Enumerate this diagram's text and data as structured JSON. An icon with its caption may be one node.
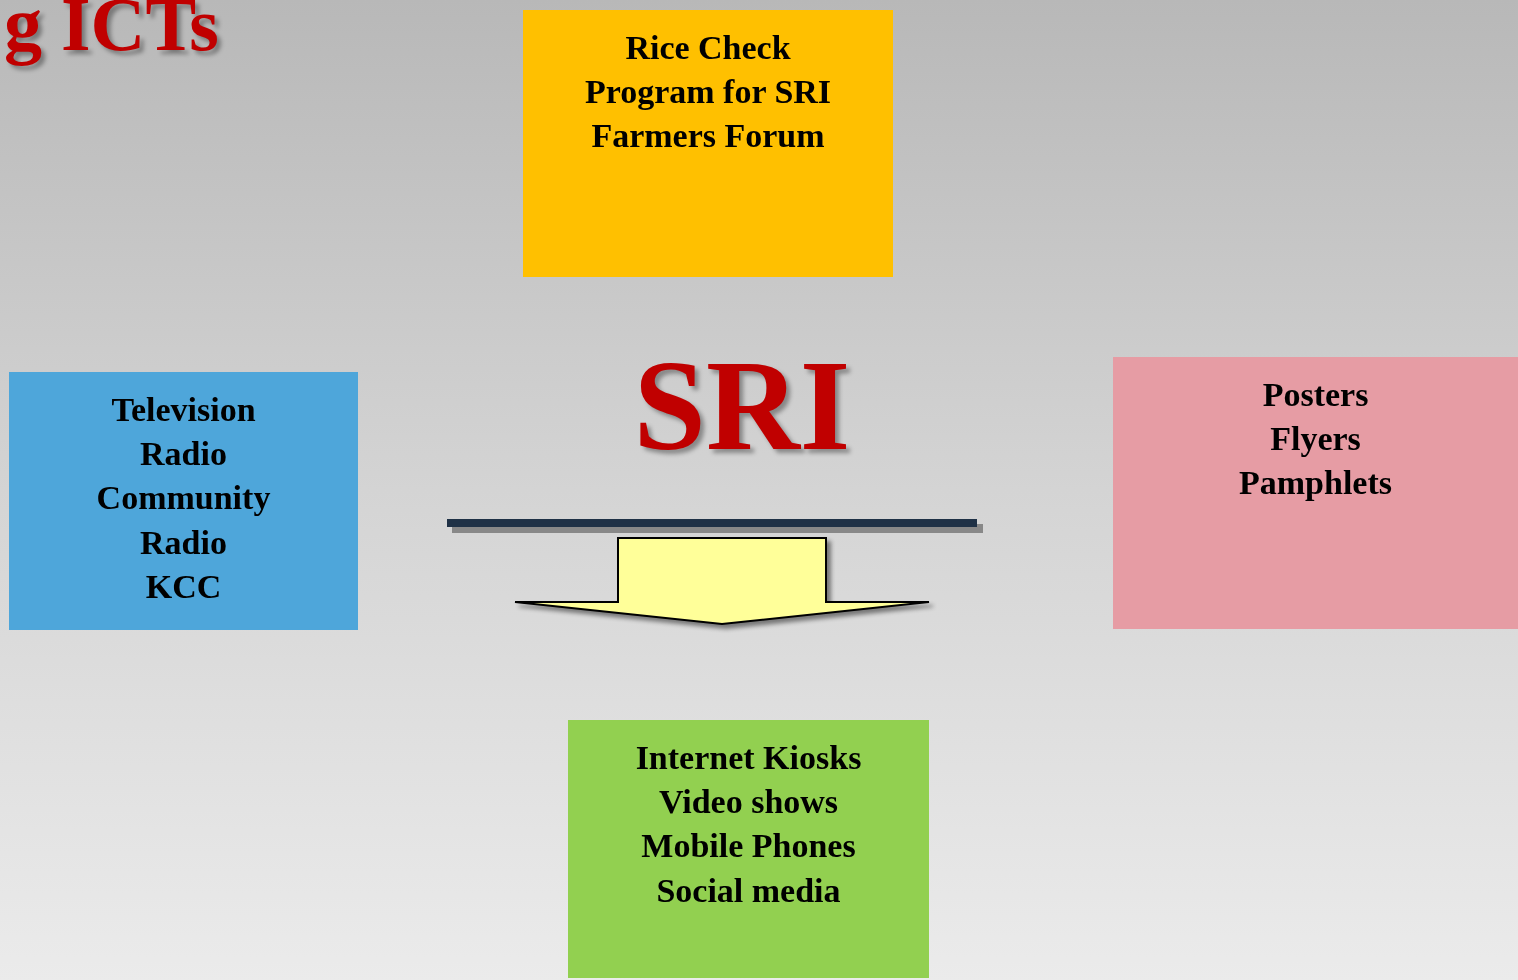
{
  "diagram": {
    "title": "g ICTs",
    "nodes": [
      {
        "text": [
          "Rice Check Program for SRI Farmers Forum"
        ]
      },
      {
        "text": [
          "Television",
          "Radio",
          "Community Radio",
          "KCC"
        ]
      },
      {
        "text": [
          "SRI"
        ]
      },
      {
        "text": [
          "Posters",
          "Flyers",
          "Pamphlets"
        ]
      },
      {
        "text": [
          "Internet Kiosks",
          "Video shows",
          "Mobile Phones",
          "Social media"
        ]
      }
    ],
    "edges": [
      {
        "from": 2,
        "to": 4,
        "arrow": "to"
      }
    ]
  }
}
